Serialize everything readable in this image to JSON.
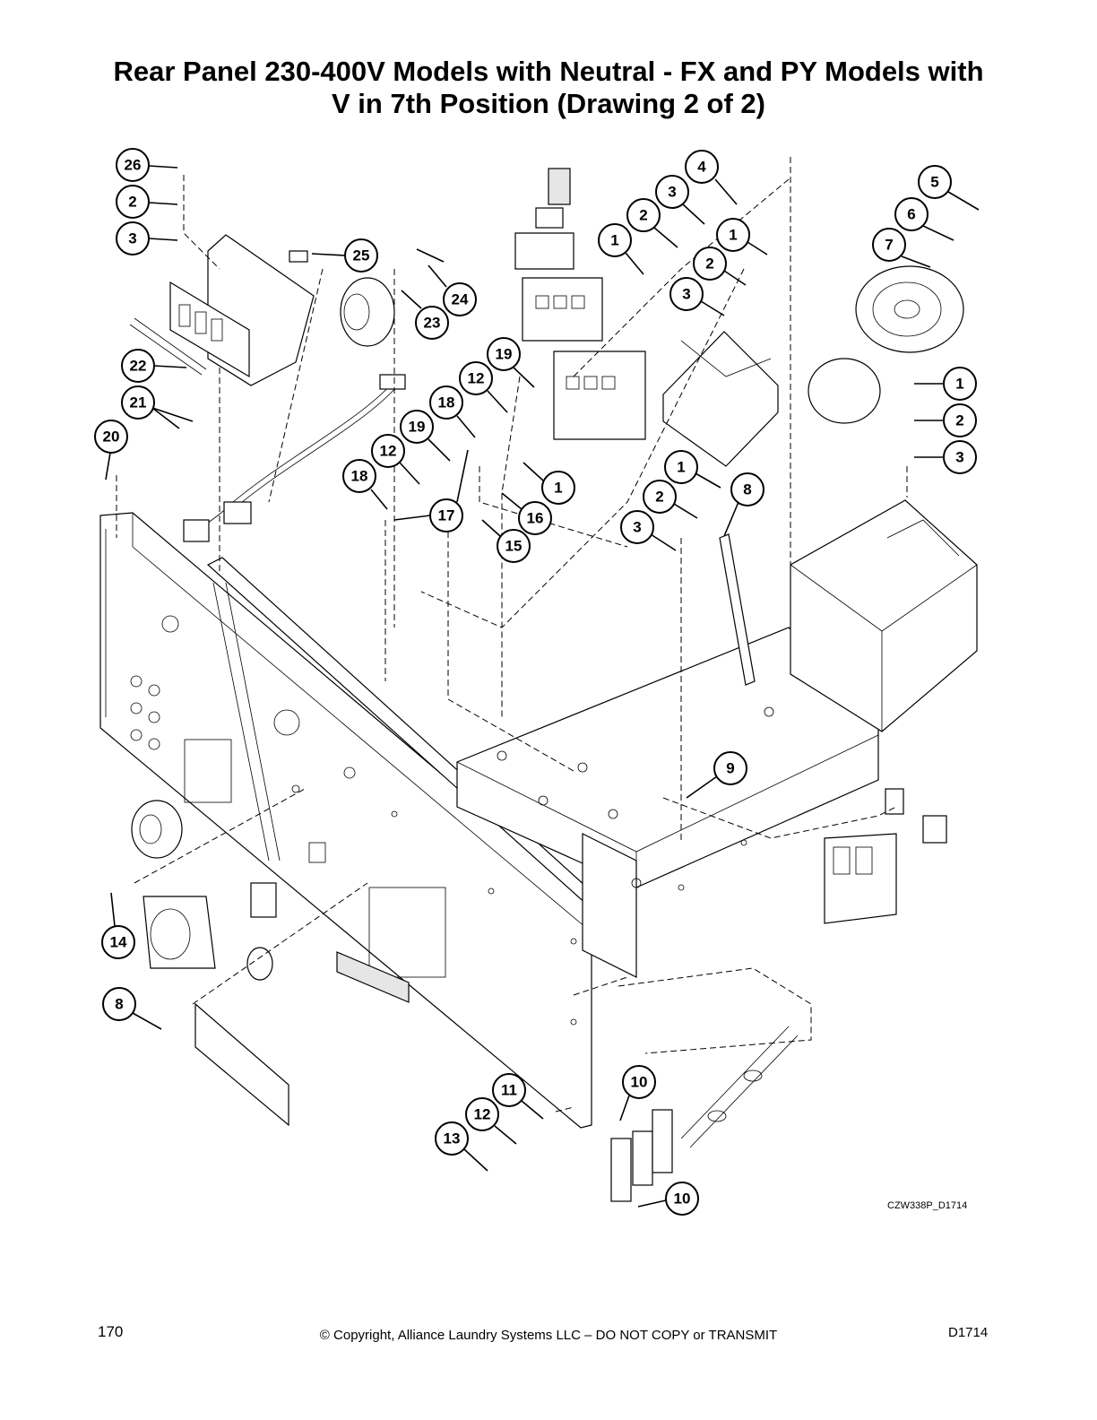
{
  "title": {
    "line1": "Rear Panel 230-400V Models with Neutral - FX and PY Models with",
    "line2": "V in 7th Position (Drawing 2 of 2)"
  },
  "drawing_code": "CZW338P_D1714",
  "footer": {
    "page_number": "170",
    "copyright": "© Copyright, Alliance Laundry Systems LLC – DO NOT COPY or TRANSMIT",
    "doc_code": "D1714"
  },
  "callouts": [
    "26",
    "2",
    "3",
    "25",
    "24",
    "23",
    "22",
    "21",
    "20",
    "4",
    "3",
    "2",
    "1",
    "1",
    "2",
    "3",
    "5",
    "6",
    "7",
    "19",
    "12",
    "18",
    "19",
    "12",
    "18",
    "17",
    "1",
    "16",
    "15",
    "1",
    "2",
    "3",
    "8",
    "1",
    "2",
    "3",
    "9",
    "14",
    "8",
    "11",
    "12",
    "13",
    "10",
    "10"
  ]
}
